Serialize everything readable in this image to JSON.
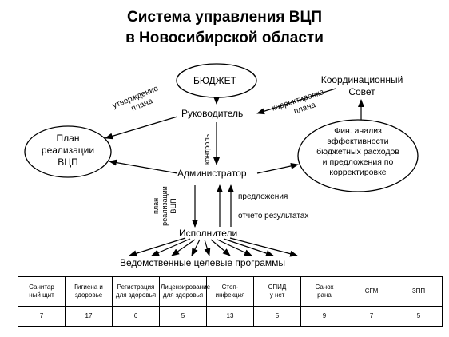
{
  "title": {
    "line1": "Система управления ВЦП",
    "line2": "в Новосибирской области"
  },
  "nodes": {
    "budget": "БЮДЖЕТ",
    "council_line1": "Координационный",
    "council_line2": "Совет",
    "head": "Руководитель",
    "plan_line1": "План",
    "plan_line2": "реализации",
    "plan_line3": "ВЦП",
    "fin_line1": "Фин. анализ",
    "fin_line2": "эффективности",
    "fin_line3": "бюджетных расходов",
    "fin_line4": "и предложения по",
    "fin_line5": "корректировке",
    "admin": "Администратор",
    "executors": "Исполнители",
    "programs": "Ведомственные целевые программы"
  },
  "edge_labels": {
    "approval_line1": "утверждение",
    "approval_line2": "плана",
    "correction_line1": "корректировка",
    "correction_line2": "плана",
    "control": "контроль",
    "impl_line1": "план",
    "impl_line2": "реализации",
    "impl_line3": "ВЦП",
    "proposals": "предложения",
    "report": "отчето результатах"
  },
  "table": {
    "headers": [
      [
        "Санитар",
        "ный щит"
      ],
      [
        "Гигиена и",
        "здоровье"
      ],
      [
        "Регистрация",
        "для здоровья"
      ],
      [
        "Лицензирование",
        "для здоровья"
      ],
      [
        "Стоп-",
        "инфекция"
      ],
      [
        "СПИД",
        "у нет"
      ],
      [
        "Санох",
        "рана"
      ],
      [
        "СГМ",
        ""
      ],
      [
        "ЗПП",
        ""
      ]
    ],
    "values": [
      "7",
      "17",
      "6",
      "5",
      "13",
      "5",
      "9",
      "7",
      "5"
    ]
  }
}
